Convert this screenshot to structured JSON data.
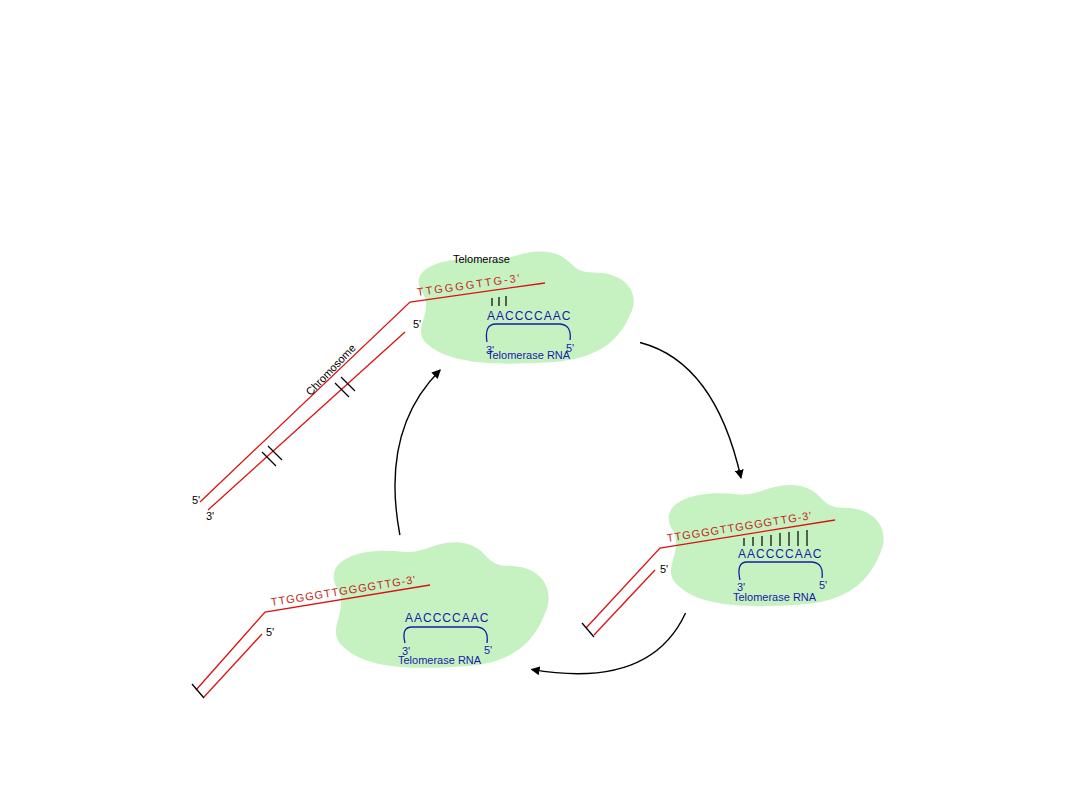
{
  "diagram": {
    "nodes": [
      {
        "text": [
          "Telomerase",
          "Telomerase RNA"
        ]
      },
      {
        "text": [
          "Telomerase RNA"
        ]
      },
      {
        "text": [
          "Telomerase RNA"
        ]
      }
    ],
    "edges": [
      {
        "from": 0,
        "to": 1,
        "arrow": "to"
      },
      {
        "from": 1,
        "to": 2,
        "arrow": "to"
      },
      {
        "from": 2,
        "to": 0,
        "arrow": "to"
      }
    ],
    "labels": [
      "Chromosome",
      "5'",
      "3'",
      "TTGGGGTTG-3'",
      "5'",
      "AACCCCAAC",
      "3'",
      "5'",
      "TTGGGGTTGGGGTTG-3'",
      "5'",
      "AACCCCAAC",
      "3'",
      "5'",
      "TTGGGGTTGGGGTTG-3'",
      "5'",
      "AACCCCAAC",
      "3'",
      "5'"
    ]
  }
}
